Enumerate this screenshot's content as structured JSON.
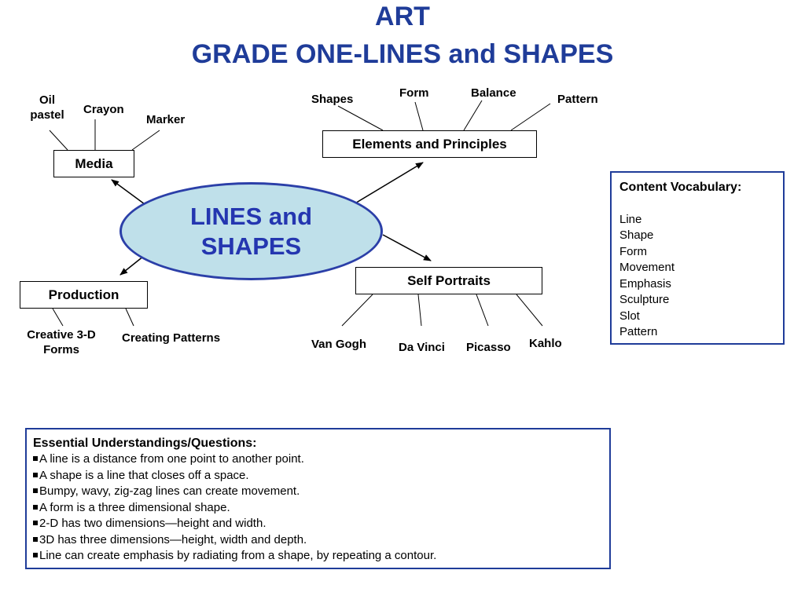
{
  "title": {
    "line1": "ART",
    "line2": "GRADE ONE-LINES and SHAPES"
  },
  "center": {
    "line1": "LINES and",
    "line2": "SHAPES"
  },
  "media": {
    "label": "Media",
    "oil_line1": "Oil",
    "oil_line2": "pastel",
    "crayon": "Crayon",
    "marker": "Marker"
  },
  "elements": {
    "label": "Elements and Principles",
    "shapes": "Shapes",
    "form": "Form",
    "balance": "Balance",
    "pattern": "Pattern"
  },
  "production": {
    "label": "Production",
    "creative_line1": "Creative 3-D",
    "creative_line2": "Forms",
    "patterns": "Creating Patterns"
  },
  "portraits": {
    "label": "Self Portraits",
    "van_gogh": "Van Gogh",
    "da_vinci": "Da Vinci",
    "picasso": "Picasso",
    "kahlo": "Kahlo"
  },
  "vocabulary": {
    "heading": "Content Vocabulary:",
    "items": [
      "Line",
      "Shape",
      "Form",
      "Movement",
      "Emphasis",
      "Sculpture",
      "Slot",
      "Pattern"
    ]
  },
  "understandings": {
    "heading": "Essential Understandings/Questions:",
    "items": [
      "A line  is a distance from one point to another point.",
      "A shape is a line that closes off a space.",
      "Bumpy, wavy, zig-zag lines can create movement.",
      "A form is a three dimensional shape.",
      "2-D has two dimensions—height and width.",
      "3D has three dimensions—height, width and depth.",
      "Line can create emphasis by radiating from a shape, by repeating a contour."
    ]
  },
  "colors": {
    "title": "#1f3c99",
    "ellipse_fill": "#bfe0ea",
    "ellipse_border": "#2b3fa8",
    "box_border": "#1f3c99"
  }
}
